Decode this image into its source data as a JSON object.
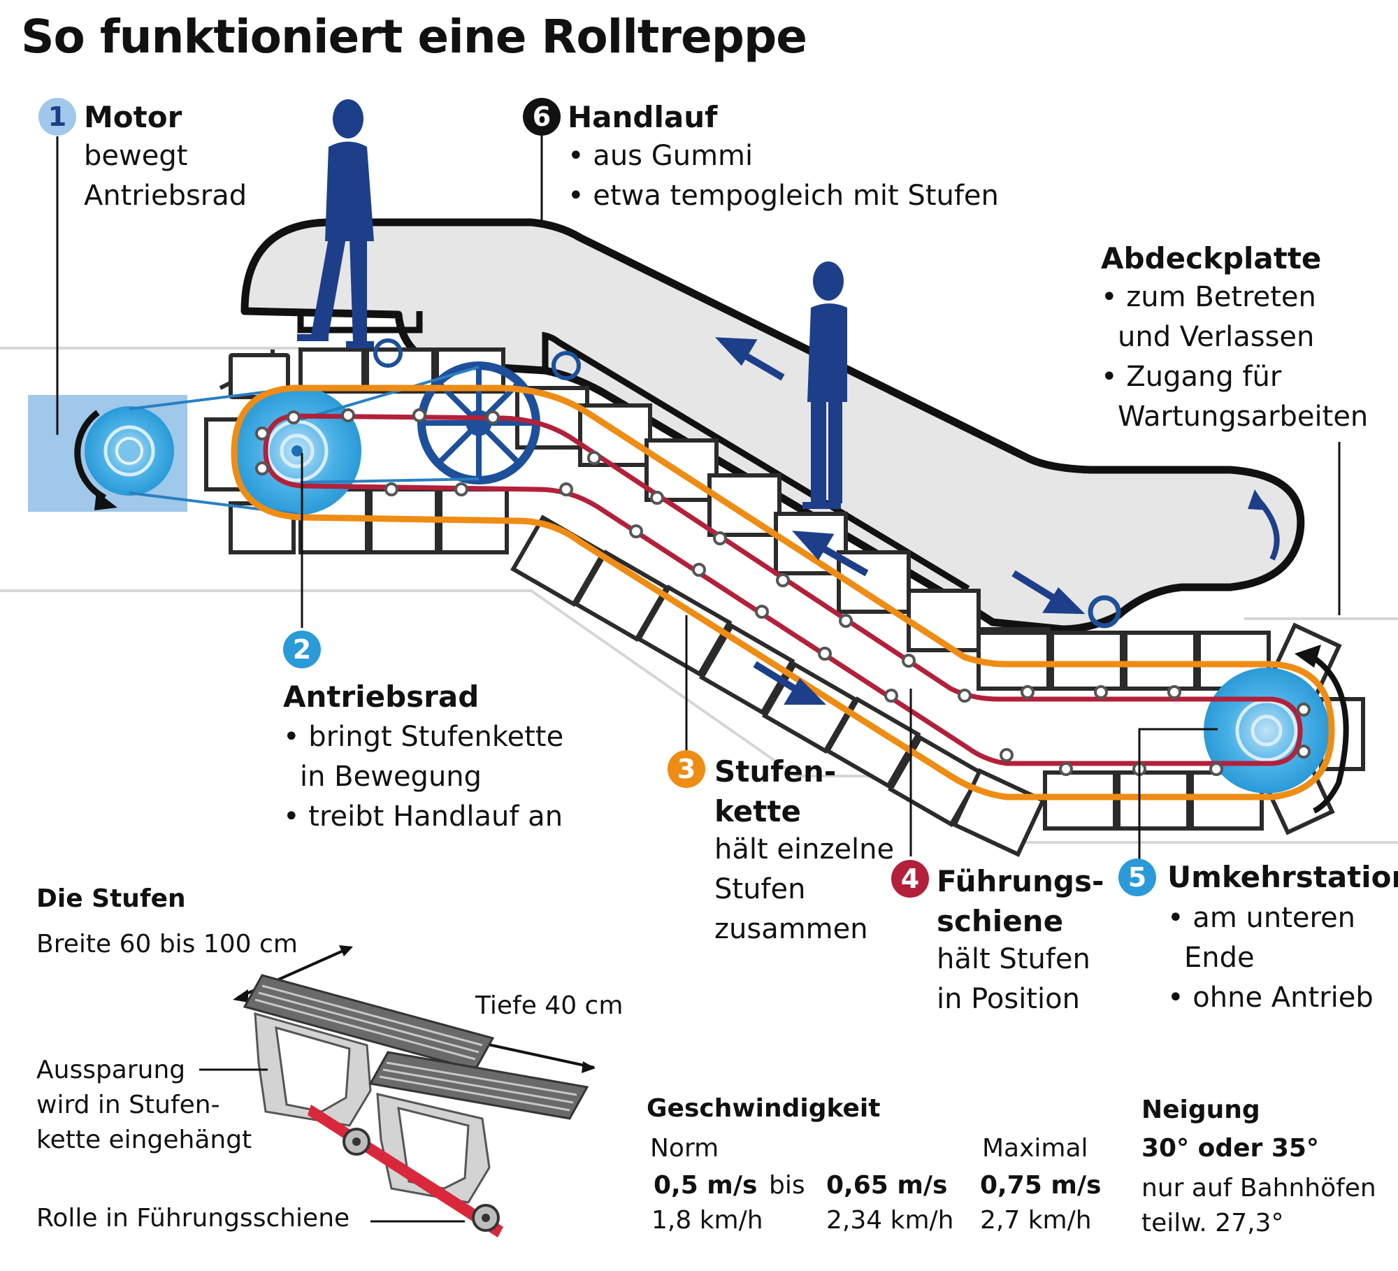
{
  "title": "So funktioniert eine Rolltreppe",
  "colors": {
    "accent_blue": "#1d3f8a",
    "light_blue": "#9fc8ea",
    "bright_blue": "#2a9ad8",
    "orange": "#ef8c14",
    "red": "#b3203a",
    "handrail_gray": "#e6e6e6"
  },
  "callouts": {
    "motor": {
      "number": "1",
      "title": "Motor",
      "lines": [
        "bewegt",
        "Antriebsrad"
      ]
    },
    "antriebsrad": {
      "number": "2",
      "title": "Antriebsrad",
      "bullets": [
        "• bringt Stufenkette",
        "in Bewegung",
        "• treibt Handlauf an"
      ]
    },
    "stufenkette": {
      "number": "3",
      "title_lines": [
        "Stufen-",
        "kette"
      ],
      "lines": [
        "hält einzelne",
        "Stufen",
        "zusammen"
      ]
    },
    "fuehrungsschiene": {
      "number": "4",
      "title_lines": [
        "Führungs-",
        "schiene"
      ],
      "lines": [
        "hält Stufen",
        "in Position"
      ]
    },
    "umkehrstation": {
      "number": "5",
      "title": "Umkehrstation",
      "bullets": [
        "• am unteren",
        "Ende",
        "• ohne Antrieb"
      ]
    },
    "handlauf": {
      "number": "6",
      "title": "Handlauf",
      "bullets": [
        "• aus Gummi",
        "• etwa tempogleich mit Stufen"
      ]
    },
    "abdeckplatte": {
      "title": "Abdeckplatte",
      "bullets": [
        "• zum Betreten",
        "und Verlassen",
        "• Zugang für",
        "Wartungsarbeiten"
      ]
    }
  },
  "stufen": {
    "title": "Die Stufen",
    "breite": "Breite 60 bis 100 cm",
    "tiefe": "Tiefe 40 cm",
    "aussparung": [
      "Aussparung",
      "wird in Stufen-",
      "kette eingehängt"
    ],
    "rolle": "Rolle in Führungsschiene"
  },
  "geschwindigkeit": {
    "title": "Geschwindigkeit",
    "norm_label": "Norm",
    "max_label": "Maximal",
    "bis": "bis",
    "norm_low": {
      "ms": "0,5 m/s",
      "kmh": "1,8 km/h"
    },
    "norm_high": {
      "ms": "0,65 m/s",
      "kmh": "2,34 km/h"
    },
    "max": {
      "ms": "0,75 m/s",
      "kmh": "2,7 km/h"
    }
  },
  "neigung": {
    "title": "Neigung",
    "value": "30° oder 35°",
    "lines": [
      "nur auf Bahnhöfen",
      "teilw. 27,3°"
    ]
  }
}
